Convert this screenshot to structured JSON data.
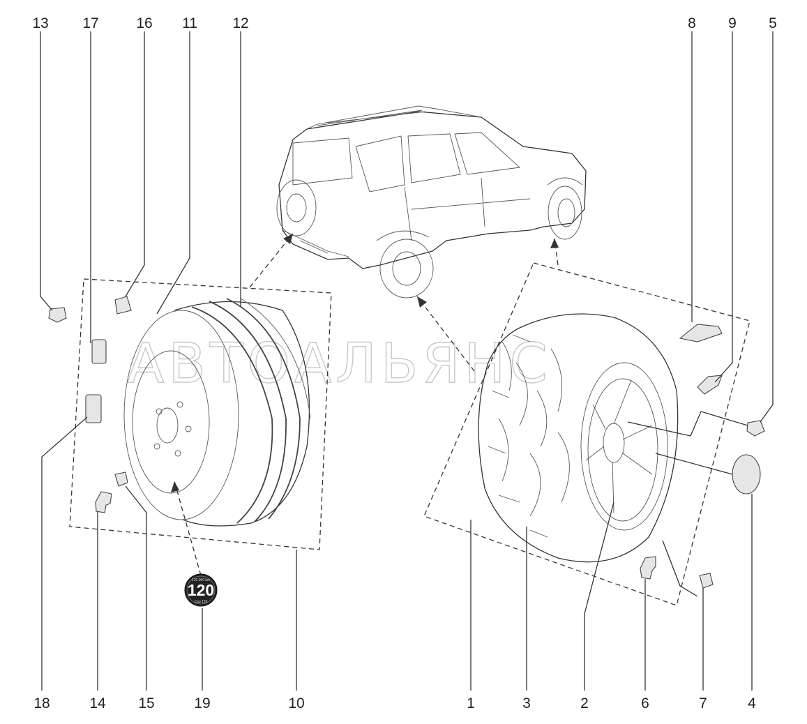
{
  "watermark": "АВТОАЛЬЯНС",
  "badge": {
    "number": "120",
    "top_text": "120 000 km",
    "bottom_text": "Cap 120"
  },
  "callouts": {
    "c1": "1",
    "c2": "2",
    "c3": "3",
    "c4": "4",
    "c5": "5",
    "c6": "6",
    "c7": "7",
    "c8": "8",
    "c9": "9",
    "c10": "10",
    "c11": "11",
    "c12": "12",
    "c13": "13",
    "c14": "14",
    "c15": "15",
    "c16": "16",
    "c17": "17",
    "c18": "18",
    "c19": "19"
  }
}
